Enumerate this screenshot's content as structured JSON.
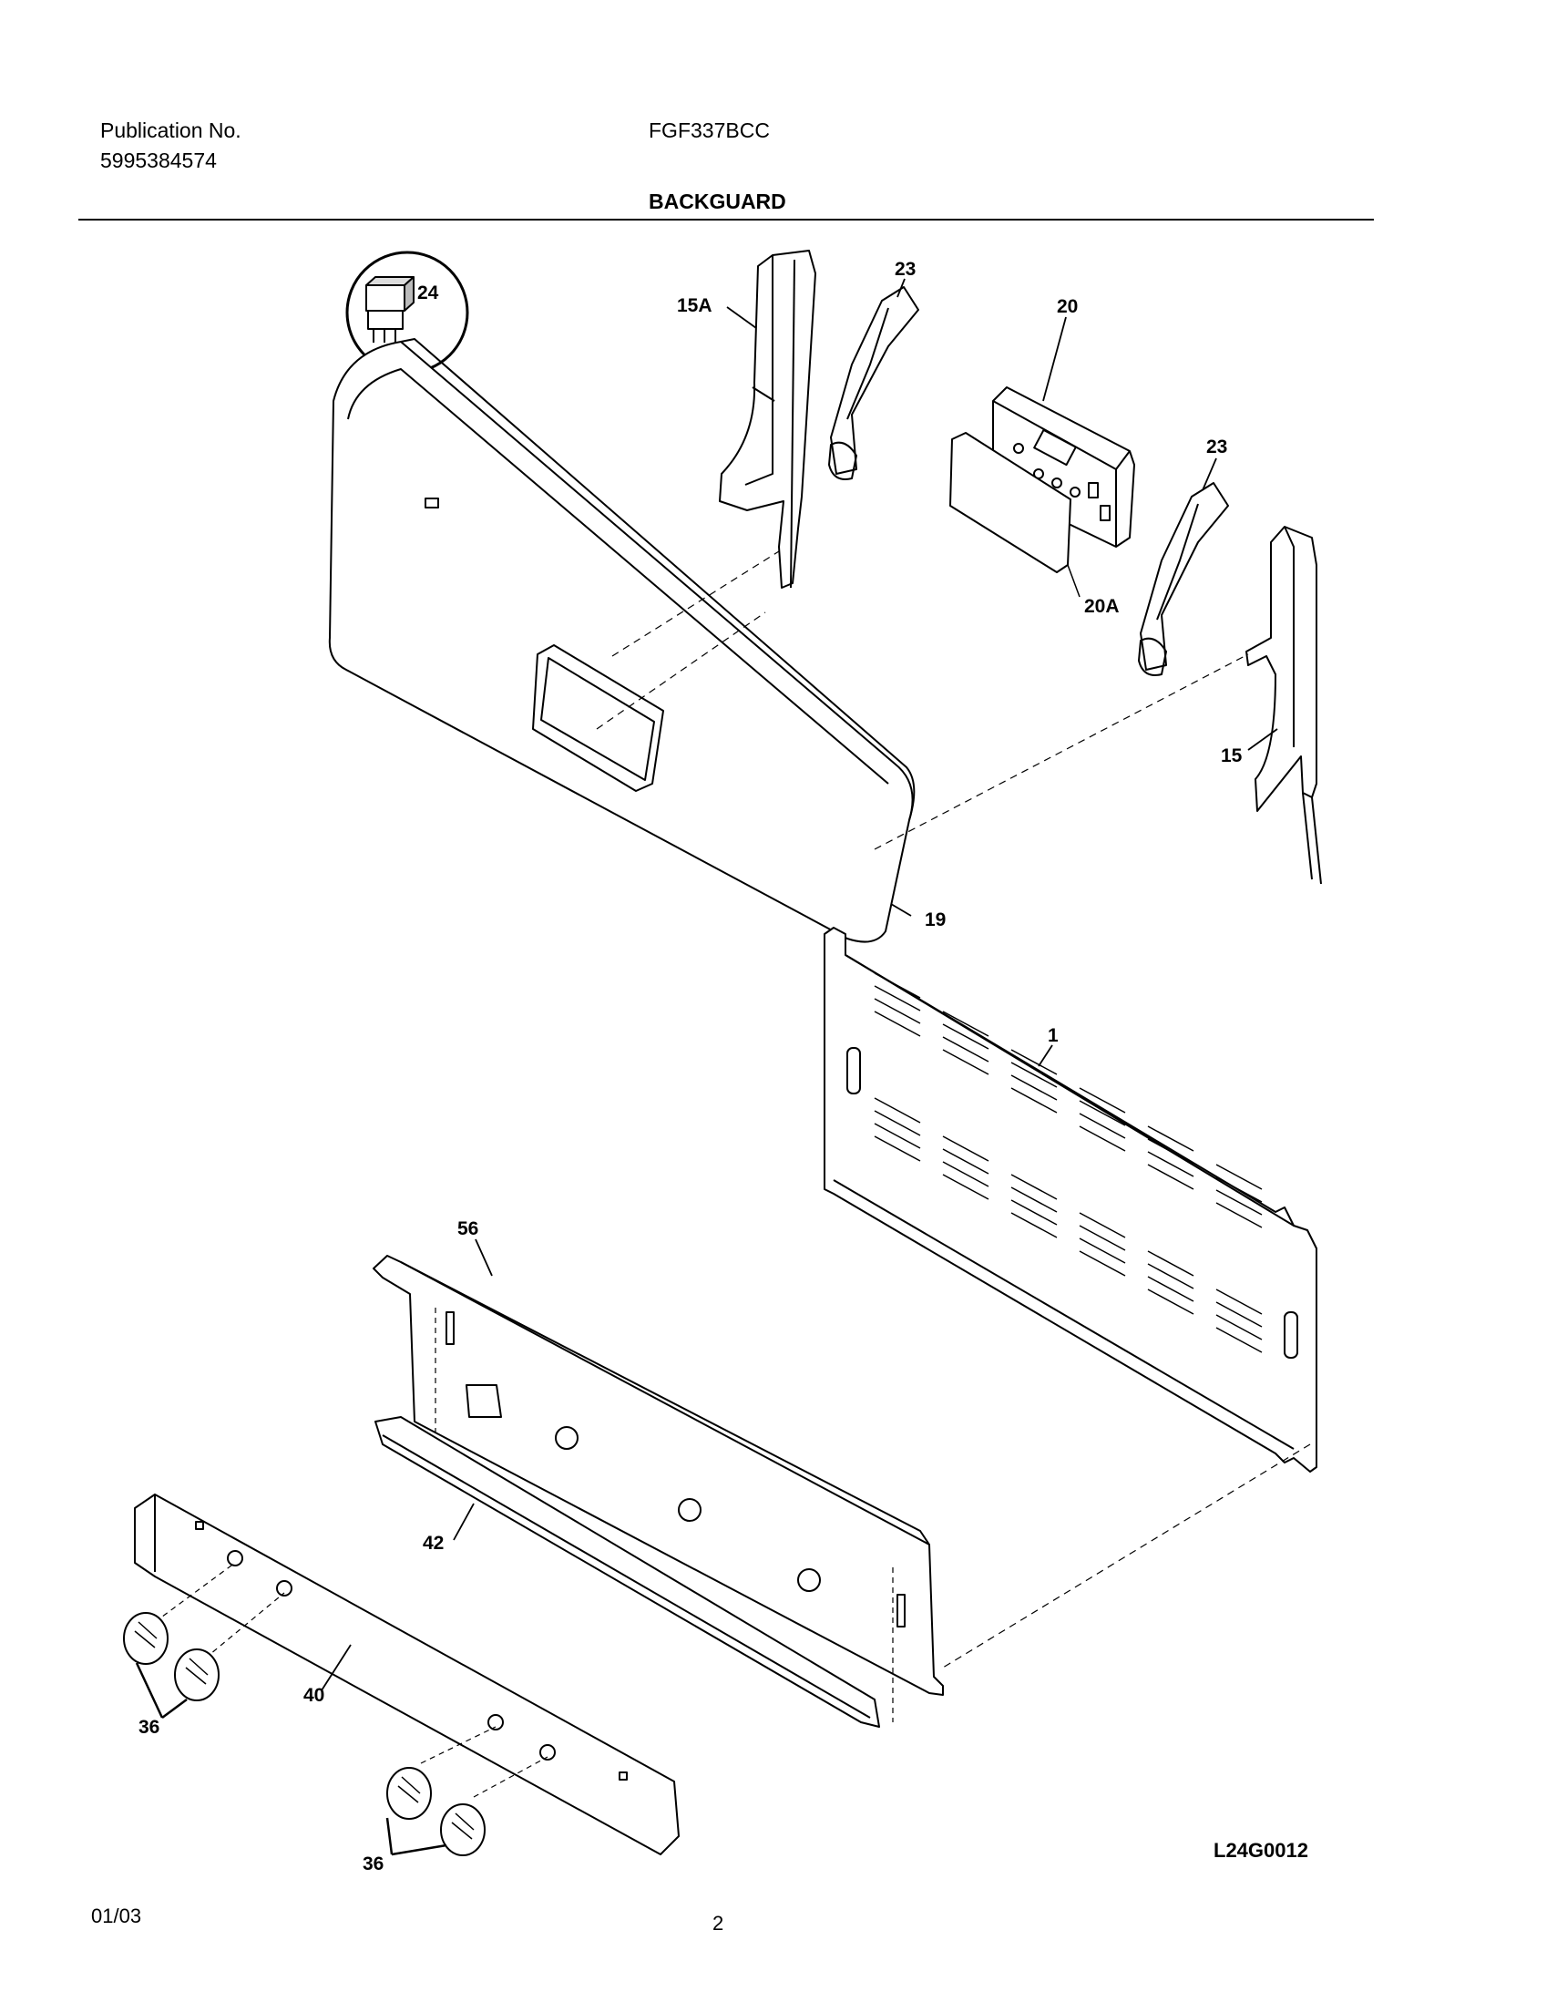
{
  "header": {
    "publication_label": "Publication No.",
    "publication_number": "5995384574",
    "model": "FGF337BCC",
    "section_title": "BACKGUARD"
  },
  "callouts": {
    "c24": "24",
    "c15A": "15A",
    "c23a": "23",
    "c20": "20",
    "c23b": "23",
    "c20A": "20A",
    "c15": "15",
    "c19": "19",
    "c1": "1",
    "c56": "56",
    "c42": "42",
    "c40": "40",
    "c36a": "36",
    "c36b": "36"
  },
  "footer": {
    "drawing_code": "L24G0012",
    "date": "01/03",
    "page_number": "2"
  }
}
